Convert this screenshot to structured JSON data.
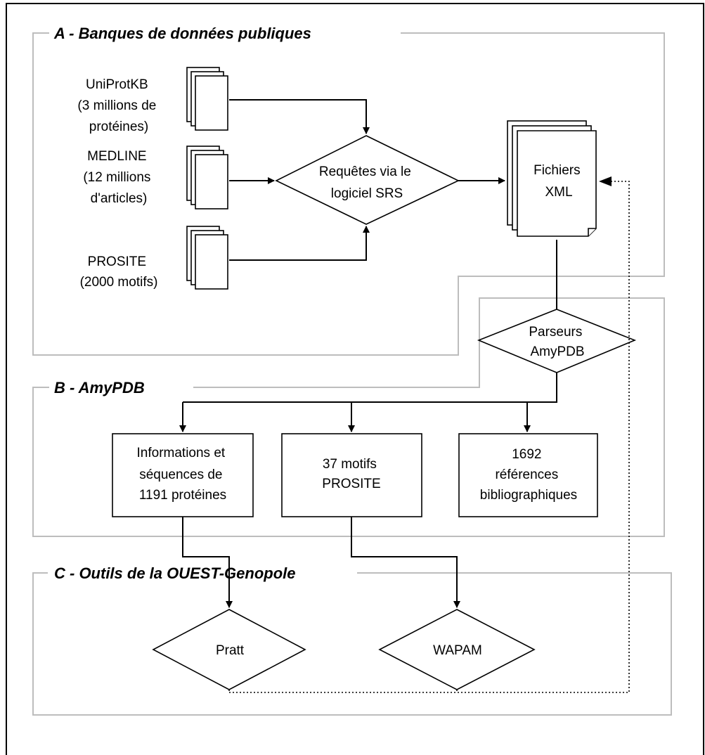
{
  "sections": {
    "a_title": "A - Banques de données publiques",
    "b_title": "B - AmyPDB",
    "c_title": "C - Outils de la OUEST-Genopole"
  },
  "databases": [
    {
      "lines": [
        "UniProtKB",
        "(3 millions de",
        "protéines)"
      ]
    },
    {
      "lines": [
        "MEDLINE",
        "(12 millions",
        "d'articles)"
      ]
    },
    {
      "lines": [
        "PROSITE",
        "(2000 motifs)"
      ]
    }
  ],
  "query": {
    "lines": [
      "Requêtes via le",
      "logiciel SRS"
    ]
  },
  "xml_files": {
    "lines": [
      "Fichiers",
      "XML"
    ]
  },
  "parsers": {
    "lines": [
      "Parseurs",
      "AmyPDB"
    ]
  },
  "outputs": [
    {
      "lines": [
        "Informations et",
        "séquences de",
        "1191 protéines"
      ]
    },
    {
      "lines": [
        "37 motifs",
        "PROSITE"
      ]
    },
    {
      "lines": [
        "1692",
        "références",
        "bibliographiques"
      ]
    }
  ],
  "tools": [
    {
      "label": "Pratt"
    },
    {
      "label": "WAPAM"
    }
  ],
  "colors": {
    "outer_border": "#000000",
    "section_border": "#bdbdbd",
    "line": "#000000",
    "background": "#ffffff"
  }
}
